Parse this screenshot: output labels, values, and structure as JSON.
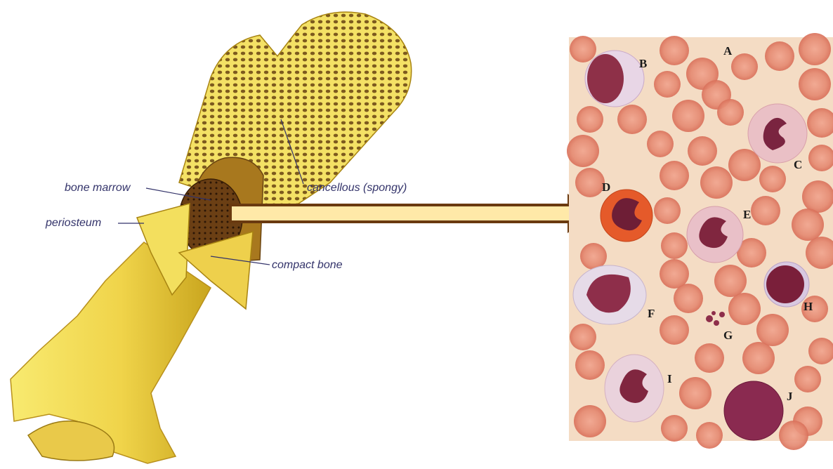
{
  "bone_diagram": {
    "labels": {
      "bone_marrow": "bone marrow",
      "cancellous": "cancellous (spongy)",
      "periosteum": "periosteum",
      "compact_bone": "compact bone"
    },
    "colors": {
      "bone": "#f6e66a",
      "bone_shadow": "#d9b52a",
      "marrow": "#7a4a1c",
      "label": "#33336a"
    }
  },
  "arrow": {
    "direction": "right",
    "fill": "#ffe9a8",
    "stroke": "#6a3a10"
  },
  "blood_smear": {
    "background": "#f4dcc4",
    "cell_labels": [
      "A",
      "B",
      "C",
      "D",
      "E",
      "F",
      "G",
      "H",
      "I",
      "J"
    ]
  }
}
